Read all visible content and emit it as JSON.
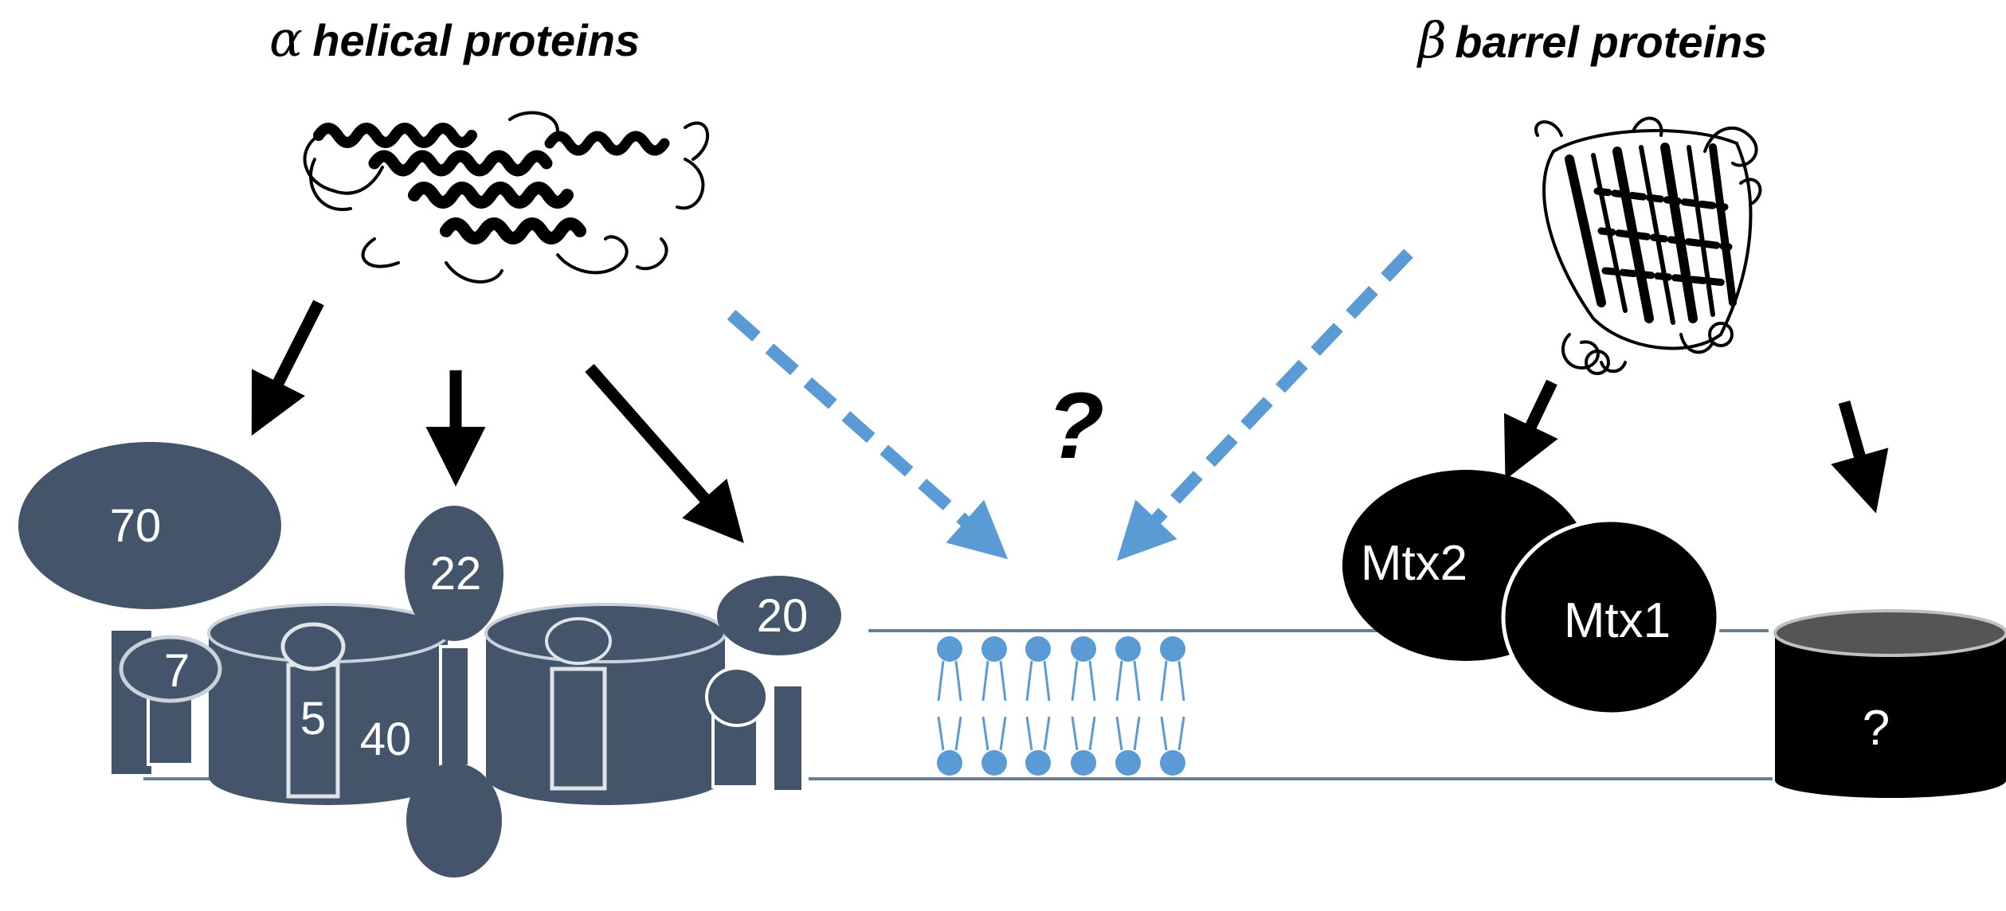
{
  "titles": {
    "alpha_symbol": "α",
    "alpha_text": "helical proteins",
    "beta_symbol": "β",
    "beta_text": "barrel proteins"
  },
  "labels": {
    "tom70": "70",
    "tom22": "22",
    "tom20": "20",
    "tom7": "7",
    "tom5": "5",
    "tom40": "40",
    "mtx2": "Mtx2",
    "mtx1": "Mtx1",
    "center_question": "?",
    "barrel_question": "?"
  },
  "colors": {
    "complex": "#44546a",
    "membrane_line": "#6a7f94",
    "lipid": "#5b9bd5",
    "dashed_arrow": "#5b9bd5",
    "arrow": "#000000",
    "mtx": "#000000",
    "barrel_top": "#555555"
  },
  "icons": {
    "alpha_structure": "alpha-helical-protein-structure-icon",
    "beta_structure": "beta-barrel-protein-structure-icon"
  }
}
